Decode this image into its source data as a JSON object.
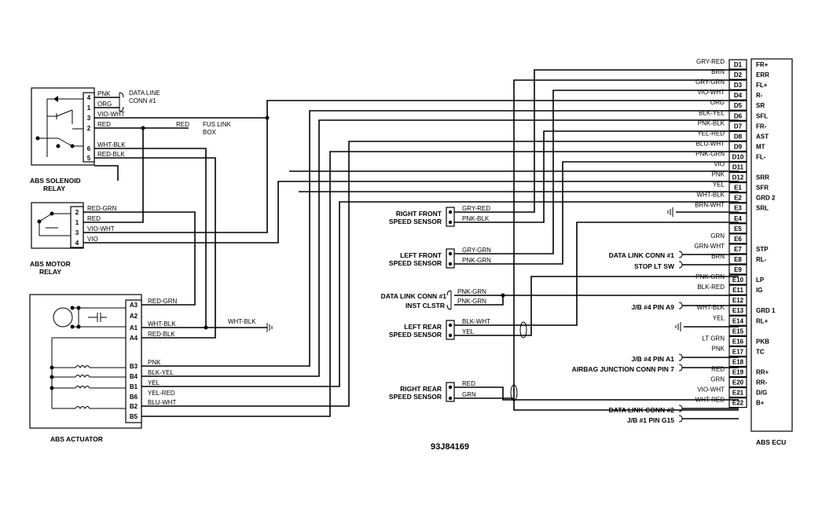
{
  "diagram_id": "93J84169",
  "ecu": {
    "title": "ABS ECU",
    "pins": [
      {
        "pin": "D1",
        "func": "FR+",
        "wire": "GRY-RED"
      },
      {
        "pin": "D2",
        "func": "ERR",
        "wire": "BRN"
      },
      {
        "pin": "D3",
        "func": "FL+",
        "wire": "GRY-GRN"
      },
      {
        "pin": "D4",
        "func": "R-",
        "wire": "VIO-WHT"
      },
      {
        "pin": "D5",
        "func": "SR",
        "wire": "ORG"
      },
      {
        "pin": "D6",
        "func": "SFL",
        "wire": "BLK-YEL"
      },
      {
        "pin": "D7",
        "func": "FR-",
        "wire": "PNK-BLK"
      },
      {
        "pin": "D8",
        "func": "AST",
        "wire": "YEL-RED"
      },
      {
        "pin": "D9",
        "func": "MT",
        "wire": "BLU-WHT"
      },
      {
        "pin": "D10",
        "func": "FL-",
        "wire": "PNK-GRN"
      },
      {
        "pin": "D11",
        "func": "",
        "wire": "VIO"
      },
      {
        "pin": "D12",
        "func": "SRR",
        "wire": "PNK"
      },
      {
        "pin": "E1",
        "func": "SFR",
        "wire": "YEL"
      },
      {
        "pin": "E2",
        "func": "GRD 2",
        "wire": "WHT-BLK"
      },
      {
        "pin": "E3",
        "func": "SRL",
        "wire": "BRN-WHT"
      },
      {
        "pin": "E4",
        "func": "",
        "wire": ""
      },
      {
        "pin": "E5",
        "func": "",
        "wire": ""
      },
      {
        "pin": "E6",
        "func": "",
        "wire": "GRN"
      },
      {
        "pin": "E7",
        "func": "STP",
        "wire": "GRN-WHT"
      },
      {
        "pin": "E8",
        "func": "RL-",
        "wire": "BRN"
      },
      {
        "pin": "E9",
        "func": "",
        "wire": ""
      },
      {
        "pin": "E10",
        "func": "LP",
        "wire": "PNK-GRN"
      },
      {
        "pin": "E11",
        "func": "IG",
        "wire": "BLK-RED"
      },
      {
        "pin": "E12",
        "func": "",
        "wire": ""
      },
      {
        "pin": "E13",
        "func": "GRD 1",
        "wire": "WHT-BLK"
      },
      {
        "pin": "E14",
        "func": "RL+",
        "wire": "YEL"
      },
      {
        "pin": "E15",
        "func": "",
        "wire": ""
      },
      {
        "pin": "E16",
        "func": "PKB",
        "wire": "LT GRN"
      },
      {
        "pin": "E17",
        "func": "TC",
        "wire": "PNK"
      },
      {
        "pin": "E18",
        "func": "",
        "wire": ""
      },
      {
        "pin": "E19",
        "func": "RR+",
        "wire": "RED"
      },
      {
        "pin": "E20",
        "func": "RR-",
        "wire": "GRN"
      },
      {
        "pin": "E21",
        "func": "D/G",
        "wire": "VIO-WHT"
      },
      {
        "pin": "E22",
        "func": "B+",
        "wire": "WHT-RED"
      }
    ]
  },
  "ecu_connections": {
    "e6": "DATA LINK CONN #1",
    "e7": "STOP LT SW",
    "e11": "J/B #4 PIN A9",
    "e16": "J/B #4 PIN A1",
    "e17": "AIRBAG JUNCTION CONN PIN 7",
    "e21": "DATA LINK CONN #2",
    "e22": "J/B #1 PIN G15"
  },
  "solenoid_relay": {
    "title_line1": "ABS SOLENOID",
    "title_line2": "RELAY",
    "pins": [
      {
        "pin": "4",
        "wire": "PNK"
      },
      {
        "pin": "1",
        "wire": "ORG"
      },
      {
        "pin": "3",
        "wire": "VIO-WHT"
      },
      {
        "pin": "2",
        "wire": "RED"
      },
      {
        "pin": "6",
        "wire": "WHT-BLK"
      },
      {
        "pin": "5",
        "wire": "RED-BLK"
      }
    ],
    "data_line_line1": "DATA LINE",
    "data_line_line2": "CONN #1",
    "fus_wire": "RED",
    "fus_line1": "FUS LINK",
    "fus_line2": "BOX"
  },
  "motor_relay": {
    "title_line1": "ABS MOTOR",
    "title_line2": "RELAY",
    "pins": [
      {
        "pin": "2",
        "wire": "RED-GRN"
      },
      {
        "pin": "1",
        "wire": "RED"
      },
      {
        "pin": "3",
        "wire": "VIO-WHT"
      },
      {
        "pin": "4",
        "wire": "VIO"
      }
    ]
  },
  "actuator": {
    "title": "ABS ACTUATOR",
    "pins": [
      {
        "pin": "A3",
        "wire": "RED-GRN"
      },
      {
        "pin": "A2",
        "wire": ""
      },
      {
        "pin": "A1",
        "wire": "WHT-BLK"
      },
      {
        "pin": "A4",
        "wire": "RED-BLK"
      },
      {
        "pin": "B3",
        "wire": "PNK"
      },
      {
        "pin": "B4",
        "wire": "BLK-YEL"
      },
      {
        "pin": "B1",
        "wire": "YEL"
      },
      {
        "pin": "B6",
        "wire": "YEL-RED"
      },
      {
        "pin": "B2",
        "wire": "BLU-WHT"
      },
      {
        "pin": "B5",
        "wire": ""
      }
    ],
    "ground_wire": "WHT-BLK"
  },
  "sensors": {
    "rf_line1": "RIGHT FRONT",
    "rf_line2": "SPEED SENSOR",
    "rf_w1": "GRY-RED",
    "rf_w2": "PNK-BLK",
    "lf_line1": "LEFT FRONT",
    "lf_line2": "SPEED SENSOR",
    "lf_w1": "GRY-GRN",
    "lf_w2": "PNK-GRN",
    "dlc_label": "DATA LINK CONN #1",
    "dlc_wire": "PNK-GRN",
    "inst_label": "INST CLSTR",
    "inst_wire": "PNK-GRN",
    "lr_line1": "LEFT REAR",
    "lr_line2": "SPEED SENSOR",
    "lr_w1": "BLK-WHT",
    "lr_w2": "YEL",
    "rr_line1": "RIGHT REAR",
    "rr_line2": "SPEED SENSOR",
    "rr_w1": "RED",
    "rr_w2": "GRN"
  }
}
